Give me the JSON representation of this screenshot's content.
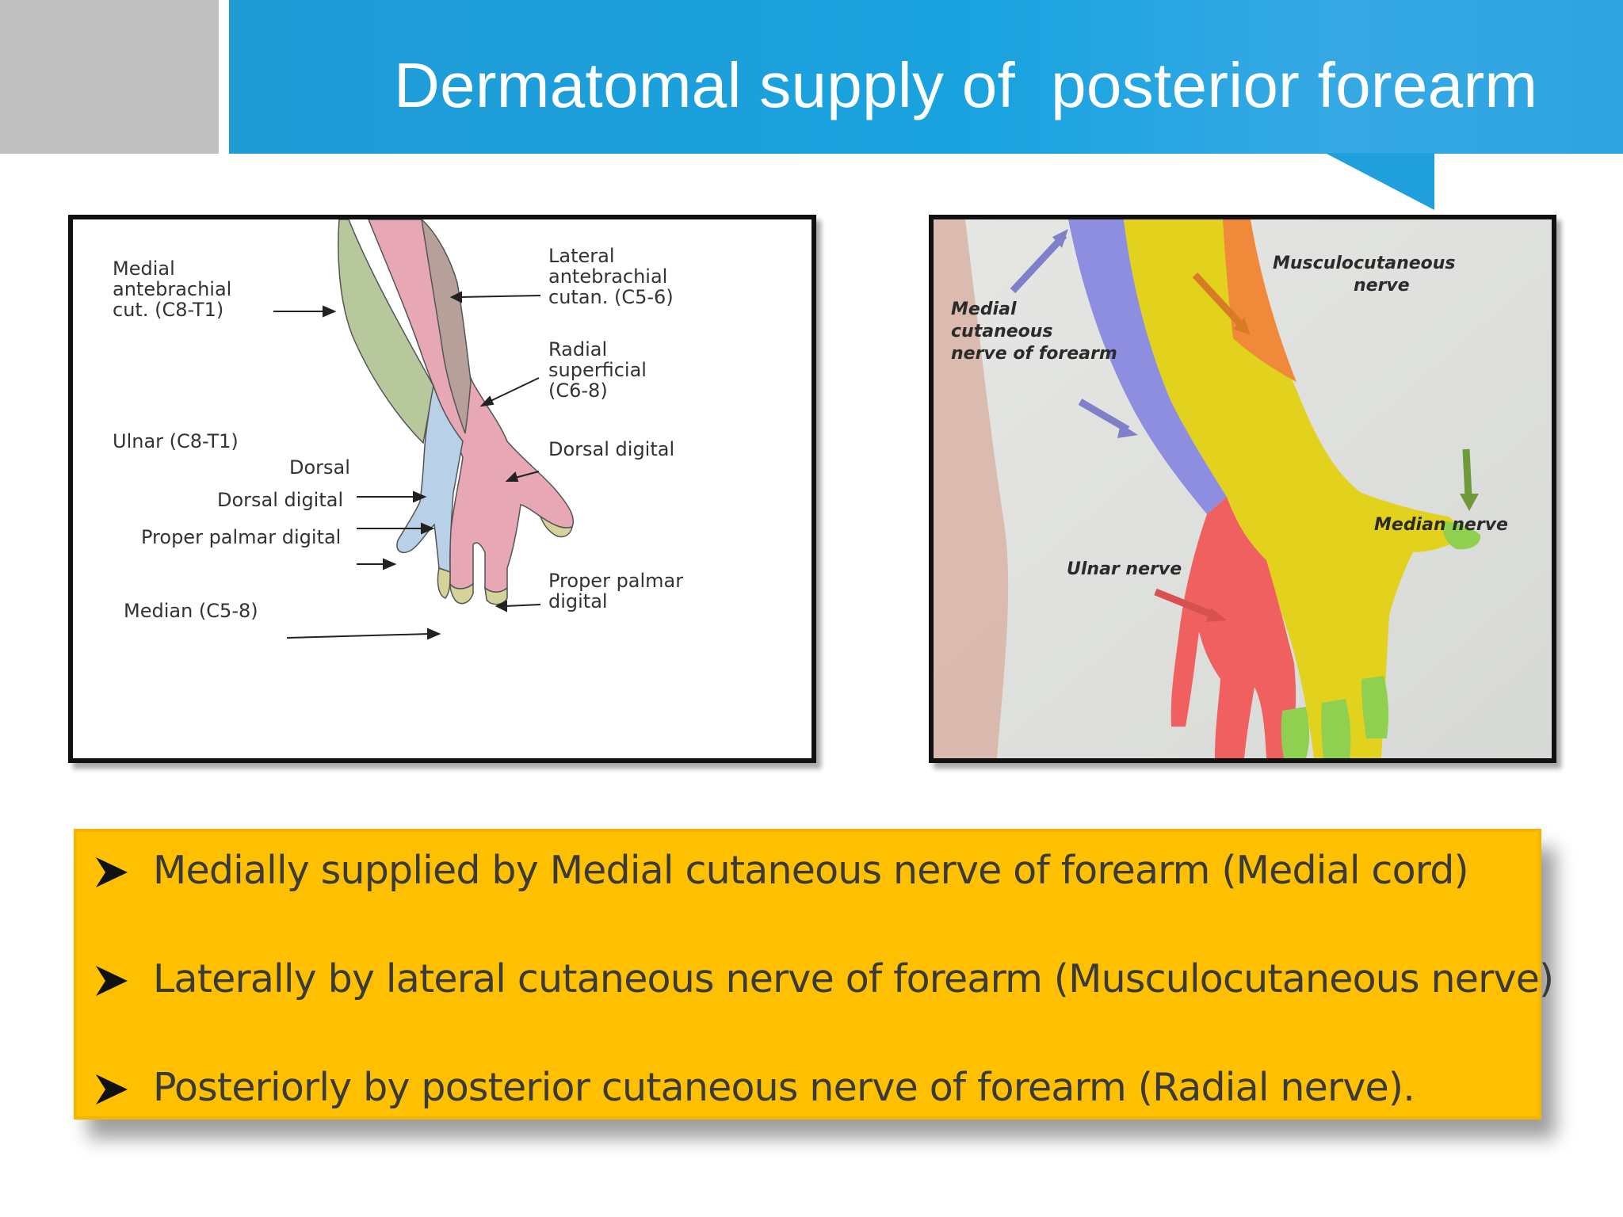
{
  "slide": {
    "title": "Dermatomal supply of  posterior forearm"
  },
  "left_figure": {
    "labels": {
      "medial_1": "Medial",
      "medial_2": "antebrachial",
      "medial_3": "cut. (C8-T1)",
      "lateral_1": "Lateral",
      "lateral_2": "antebrachial",
      "lateral_3": "cutan. (C5-6)",
      "radial_1": "Radial",
      "radial_2": "superficial",
      "radial_3": "(C6-8)",
      "ulnar": "Ulnar (C8-T1)",
      "dorsal": "Dorsal",
      "dorsal_digital_left": "Dorsal digital",
      "dorsal_digital_right": "Dorsal digital",
      "proper_palmar_digital": "Proper palmar digital",
      "median": "Median (C5-8)",
      "proper_palmar_1": "Proper palmar",
      "proper_palmar_2": "digital"
    },
    "colors": {
      "medial": "#b6c89c",
      "lateral": "#b8a09a",
      "radial": "#e8a7b5",
      "ulnar": "#b8d0e8",
      "median": "#d6d39a"
    }
  },
  "right_figure": {
    "labels": {
      "musculo_1": "Musculocutaneous",
      "musculo_2": "nerve",
      "medial_1": "Medial",
      "medial_2": "cutaneous",
      "medial_3": "nerve of forearm",
      "median": "Median nerve",
      "ulnar": "Ulnar nerve"
    },
    "colors": {
      "medial": "#8e8ee0",
      "musculocutaneous": "#f08a3a",
      "radial": "#e3d21d",
      "ulnar": "#f06060",
      "median": "#8fd050"
    }
  },
  "bullets": [
    {
      "text": "Medially supplied by Medial cutaneous nerve of forearm (Medial cord)"
    },
    {
      "text": "Laterally by lateral cutaneous nerve of forearm (Musculocutaneous nerve)"
    },
    {
      "text": "Posteriorly by posterior cutaneous nerve of forearm (Radial nerve)."
    }
  ]
}
